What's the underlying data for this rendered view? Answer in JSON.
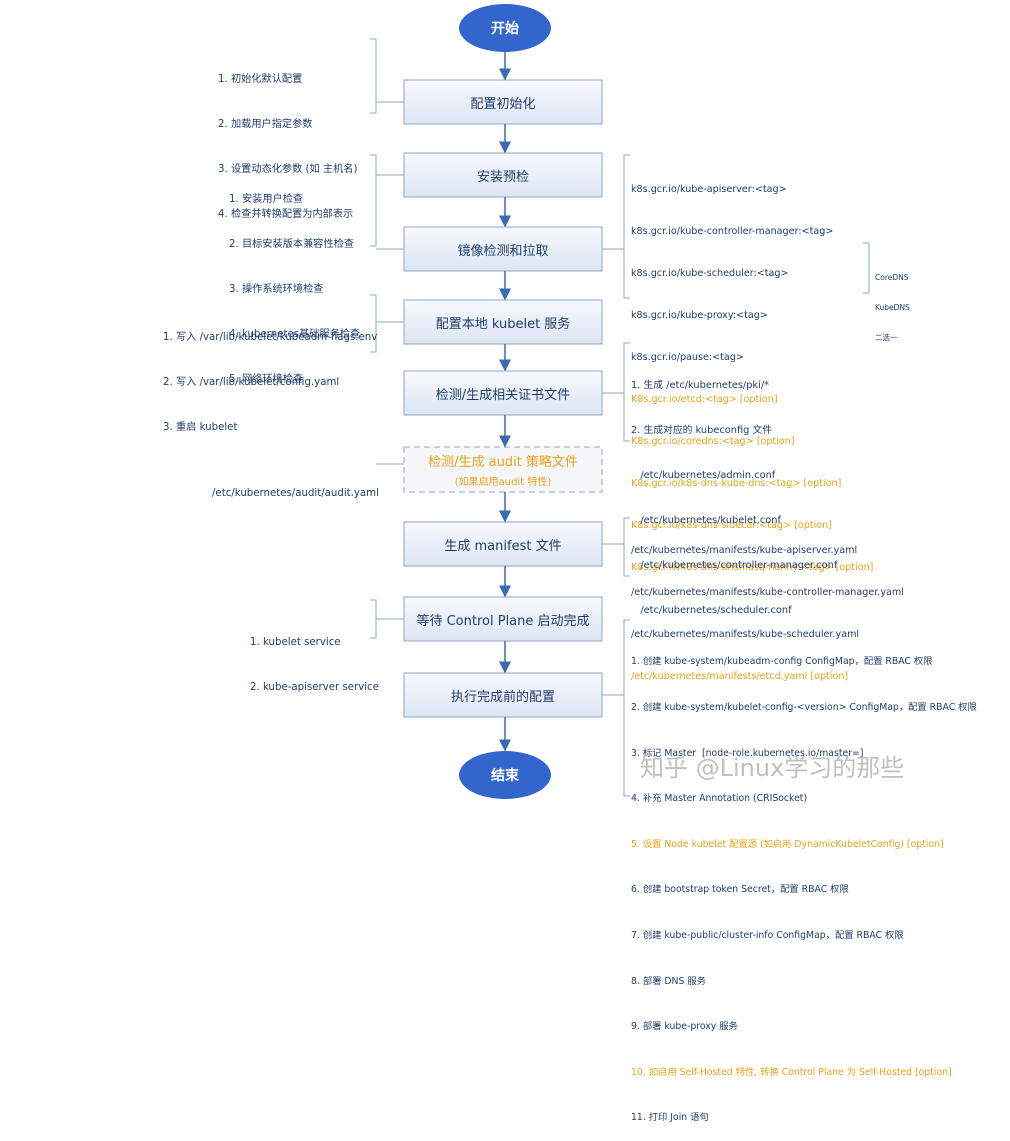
{
  "flow": {
    "start": "开始",
    "end": "结束",
    "steps": [
      {
        "label": "配置初始化"
      },
      {
        "label": "安装预检"
      },
      {
        "label": "镜像检测和拉取"
      },
      {
        "label": "配置本地 kubelet 服务"
      },
      {
        "label": "检测/生成相关证书文件"
      },
      {
        "label": "检测/生成 audit 策略文件",
        "sub": "(如果启用audit 特性)"
      },
      {
        "label": "生成 manifest 文件"
      },
      {
        "label": "等待 Control Plane 启动完成"
      },
      {
        "label": "执行完成前的配置"
      }
    ]
  },
  "notes": {
    "config_init": [
      "1. 初始化默认配置",
      "2. 加载用户指定参数",
      "3. 设置动态化参数 (如 主机名)",
      "4. 检查并转换配置为内部表示"
    ],
    "preflight": [
      "1. 安装用户检查",
      "2. 目标安装版本兼容性检查",
      "3. 操作系统环境检查",
      "4. kubernetes基础服务检查",
      "5. 网络环境检查"
    ],
    "images": [
      {
        "text": "k8s.gcr.io/kube-apiserver:<tag>",
        "optional": false
      },
      {
        "text": "k8s.gcr.io/kube-controller-manager:<tag>",
        "optional": false
      },
      {
        "text": "k8s.gcr.io/kube-scheduler:<tag>",
        "optional": false
      },
      {
        "text": "k8s.gcr.io/kube-proxy:<tag>",
        "optional": false
      },
      {
        "text": "k8s.gcr.io/pause:<tag>",
        "optional": false
      },
      {
        "text": "K8s.gcr.io/etcd:<tag> [option]",
        "optional": true
      },
      {
        "text": "K8s.gcr.io/coredns:<tag> [option]",
        "optional": true
      },
      {
        "text": "K8s.gcr.io/k8s-dns-kube-dns:<tag> [option]",
        "optional": true
      },
      {
        "text": "K8s.gcr.io/k8s-dns-sidecar:<tag> [option]",
        "optional": true
      },
      {
        "text": "K8s.gcr.io/k8s-dns-dnsmasq-nanny:<tag> [option]",
        "optional": true
      }
    ],
    "dns_choice": [
      "CoreDNS",
      "KubeDNS",
      "二选一"
    ],
    "kubelet": [
      "1. 写入 /var/lib/kubelet/kubeadm-flags.env",
      "2. 写入 /var/lib/kubelet/config.yaml",
      "3. 重启 kubelet"
    ],
    "certs": [
      "1. 生成 /etc/kubernetes/pki/*",
      "2. 生成对应的 kubeconfig 文件",
      "   /etc/kubernetes/admin.conf",
      "   /etc/kubernetes/kubelet.conf",
      "   /etc/kubernetes/controller-manager.conf",
      "   /etc/kubernetes/scheduler.conf"
    ],
    "audit": [
      "/etc/kubernetes/audit/audit.yaml"
    ],
    "manifests": [
      {
        "text": "/etc/kubernetes/manifests/kube-apiserver.yaml",
        "optional": false
      },
      {
        "text": "/etc/kubernetes/manifests/kube-controller-manager.yaml",
        "optional": false
      },
      {
        "text": "/etc/kubernetes/manifests/kube-scheduler.yaml",
        "optional": false
      },
      {
        "text": "/etc/kubernetes/manifests/etcd.yaml [option]",
        "optional": true
      }
    ],
    "wait": [
      "1. kubelet service",
      "2. kube-apiserver service"
    ],
    "final": [
      {
        "text": "1. 创建 kube-system/kubeadm-config ConfigMap，配置 RBAC 权限",
        "optional": false
      },
      {
        "text": "2. 创建 kube-system/kubelet-config-<version> ConfigMap，配置 RBAC 权限",
        "optional": false
      },
      {
        "text": "3. 标记 Master  [node-role.kubernetes.io/master=]",
        "optional": false
      },
      {
        "text": "4. 补充 Master Annotation (CRISocket)",
        "optional": false
      },
      {
        "text": "5. 设置 Node kubelet 配置源 (如启用 DynamicKubeletConfig) [option]",
        "optional": true
      },
      {
        "text": "6. 创建 bootstrap token Secret，配置 RBAC 权限",
        "optional": false
      },
      {
        "text": "7. 创建 kube-public/cluster-info ConfigMap，配置 RBAC 权限",
        "optional": false
      },
      {
        "text": "8. 部署 DNS 服务",
        "optional": false
      },
      {
        "text": "9. 部署 kube-proxy 服务",
        "optional": false
      },
      {
        "text": "10. 如启用 Self-Hosted 特性, 转换 Control Plane 为 Self-Hosted [option]",
        "optional": true
      },
      {
        "text": "11. 打印 Join 语句",
        "optional": false
      }
    ]
  },
  "watermark": "知乎 @Linux学习的那些",
  "colors": {
    "box_fill": "#eef3fa",
    "box_stroke": "#8fa6c8",
    "oval": "#3366cc",
    "optional": "#e8a317",
    "text": "#1f3d6b"
  }
}
